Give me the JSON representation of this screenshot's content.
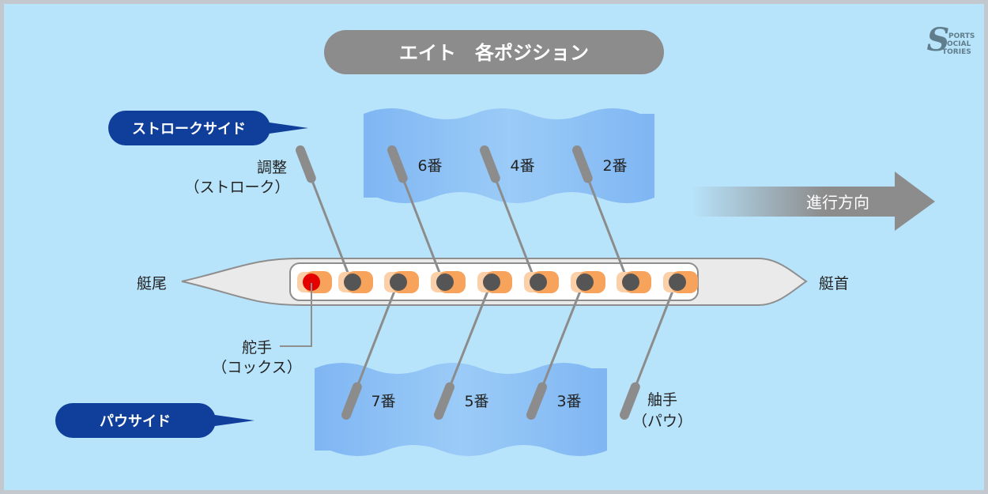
{
  "title": "エイト　各ポジション",
  "logo_text": "SPORTS SOCIAL STORIES",
  "sides": {
    "stroke": "ストロークサイド",
    "bow": "パウサイド"
  },
  "direction": "進行方向",
  "ends": {
    "stern": "艇尾",
    "bow": "艇首"
  },
  "positions": {
    "stroke_line1": "調整",
    "stroke_line2": "（ストローク）",
    "cox_line1": "舵手",
    "cox_line2": "（コックス）",
    "bow_line1": "舳手",
    "bow_line2": "（パウ）",
    "seat2": "2番",
    "seat3": "3番",
    "seat4": "4番",
    "seat5": "5番",
    "seat6": "6番",
    "seat7": "7番"
  },
  "colors": {
    "background": "#b8e4fb",
    "frame": "#c2c8cd",
    "title_bg": "#8c8c8c",
    "side_label_bg": "#0f3f9a",
    "water": "#8fc2f5",
    "hull": "#eaeaea",
    "hull_stroke": "#8e8e8e",
    "seat": "#f7a35c",
    "seat_ring": "#fbd0a8",
    "rower": "#555555",
    "cox": "#e50000",
    "oar": "#8c8c8c",
    "arrow": "#8c8c8c"
  }
}
